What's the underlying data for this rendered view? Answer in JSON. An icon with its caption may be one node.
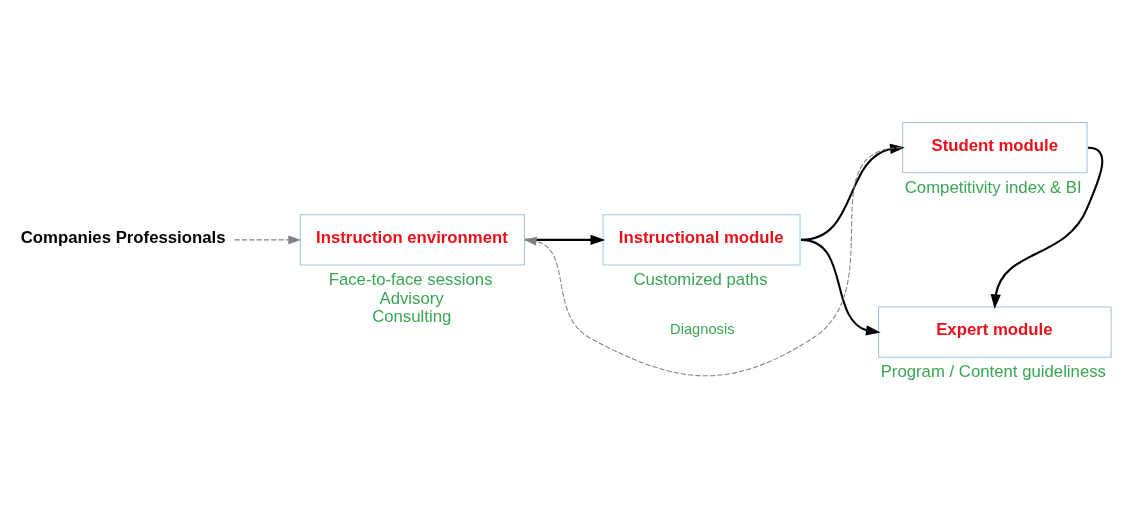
{
  "diagram": {
    "nodes": [
      {
        "text": [
          "Companies Professionals"
        ]
      },
      {
        "text": [
          "Instruction environment"
        ],
        "beside": [
          "Face-to-face sessions",
          "Advisory",
          "Consulting"
        ]
      },
      {
        "text": [
          "Instructional module"
        ],
        "beside": [
          "Customized paths"
        ]
      },
      {
        "text": [
          "Student module"
        ],
        "beside": [
          "Competitivity index & BI"
        ]
      },
      {
        "text": [
          "Expert module"
        ],
        "beside": [
          "Program / Content guideliness"
        ]
      }
    ],
    "edges": [
      {
        "from": 0,
        "to": 1,
        "arrow": "to",
        "style": "dashed",
        "color": "#808080"
      },
      {
        "from": 1,
        "to": 2,
        "arrow": "to"
      },
      {
        "from": 2,
        "to": 3,
        "arrow": "to"
      },
      {
        "from": 2,
        "to": 4,
        "arrow": "to"
      },
      {
        "from": 3,
        "to": 4,
        "arrow": "to"
      },
      {
        "from": 3,
        "to": 1,
        "arrow": "to",
        "label": "Diagnosis",
        "style": "dashed",
        "color": "#808080"
      }
    ]
  }
}
